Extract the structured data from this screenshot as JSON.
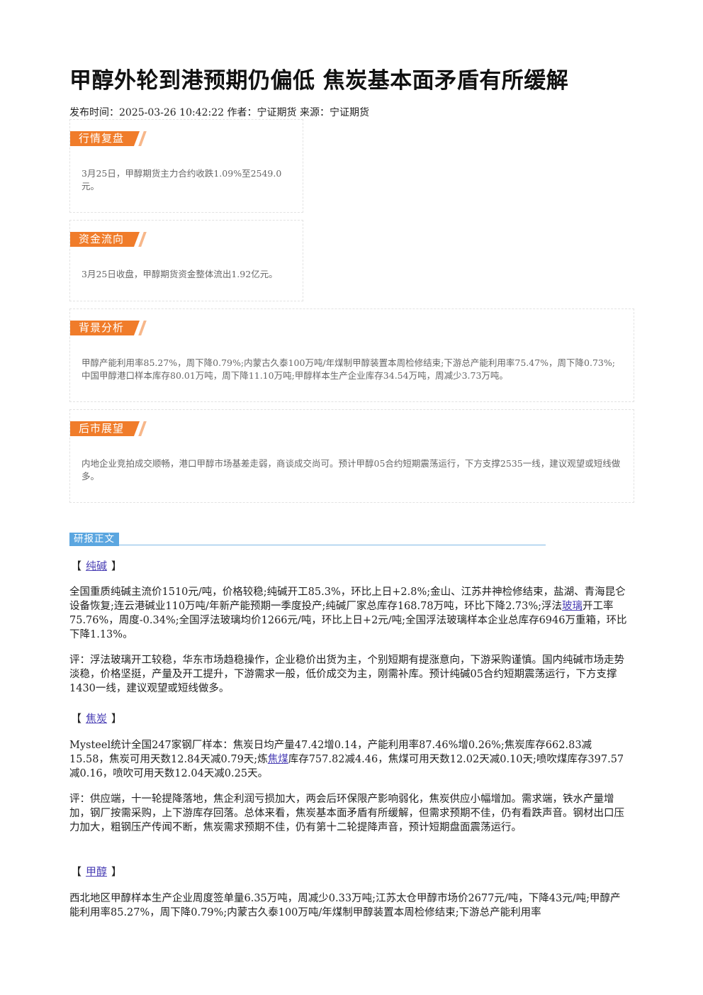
{
  "title": "甲醇外轮到港预期仍偏低 焦炭基本面矛盾有所缓解",
  "meta": {
    "publish_label": "发布时间：",
    "publish_time": "2025-03-26 10:42:22",
    "author_label": " 作者：",
    "author": "宁证期货",
    "source_label": " 来源：",
    "source": "宁证期货"
  },
  "boxes": [
    {
      "tag": "行情复盘",
      "text": "3月25日，甲醇期货主力合约收跌1.09%至2549.0元。"
    },
    {
      "tag": "资金流向",
      "text": "3月25日收盘，甲醇期货资金整体流出1.92亿元。"
    },
    {
      "tag": "背景分析",
      "text": "甲醇产能利用率85.27%，周下降0.79%;内蒙古久泰100万吨/年煤制甲醇装置本周检修结束;下游总产能利用率75.47%，周下降0.73%;中国甲醇港口样本库存80.01万吨，周下降11.10万吨;甲醇样本生产企业库存34.54万吨，周减少3.73万吨。"
    },
    {
      "tag": "后市展望",
      "text": "内地企业竞拍成交顺畅，港口甲醇市场基差走弱，商谈成交尚可。预计甲醇05合约短期震荡运行，下方支撑2535一线，建议观望或短线做多。"
    }
  ],
  "section_label": "研报正文",
  "bracket_left": "【",
  "bracket_right": "】",
  "sections": [
    {
      "name": "纯碱",
      "p1_a": "全国重质纯碱主流价1510元/吨，价格较稳;纯碱开工85.3%，环比上日+2.8%;金山、江苏井神检修结束，盐湖、青海昆仑设备恢复;连云港碱业110万吨/年新产能预期一季度投产;纯碱厂家总库存168.78万吨，环比下降2.73%;浮法",
      "p1_link": "玻璃",
      "p1_b": "开工率75.76%，周度-0.34%;全国浮法玻璃均价1266元/吨，环比上日+2元/吨;全国浮法玻璃样本企业总库存6946万重箱，环比下降1.13%。",
      "p2": "评：浮法玻璃开工较稳，华东市场趋稳操作，企业稳价出货为主，个别短期有提涨意向，下游采购谨慎。国内纯碱市场走势淡稳，价格坚挺，产量及开工提升，下游需求一般，低价成交为主，刚需补库。预计纯碱05合约短期震荡运行，下方支撑1430一线，建议观望或短线做多。"
    },
    {
      "name": "焦炭",
      "p1_a": "Mysteel统计全国247家钢厂样本：焦炭日均产量47.42增0.14，产能利用率87.46%增0.26%;焦炭库存662.83减15.58，焦炭可用天数12.84天减0.79天;炼",
      "p1_link": "焦煤",
      "p1_b": "库存757.82减4.46，焦煤可用天数12.02天减0.10天;喷吹煤库存397.57减0.16，喷吹可用天数12.04天减0.25天。",
      "p2": "评：供应端，十一轮提降落地，焦企利润亏损加大，两会后环保限产影响弱化，焦炭供应小幅增加。需求端，铁水产量增加，钢厂按需采购，上下游库存回落。总体来看，焦炭基本面矛盾有所缓解，但需求预期不佳，仍有看跌声音。钢材出口压力加大，粗钢压产传闻不断，焦炭需求预期不佳，仍有第十二轮提降声音，预计短期盘面震荡运行。"
    },
    {
      "name": "甲醇",
      "p1_a": "西北地区甲醇样本生产企业周度签单量6.35万吨，周减少0.33万吨;江苏太仓甲醇市场价2677元/吨，下降43元/吨;甲醇产能利用率85.27%，周下降0.79%;内蒙古久泰100万吨/年煤制甲醇装置本周检修结束;下游总产能利用率"
    }
  ]
}
